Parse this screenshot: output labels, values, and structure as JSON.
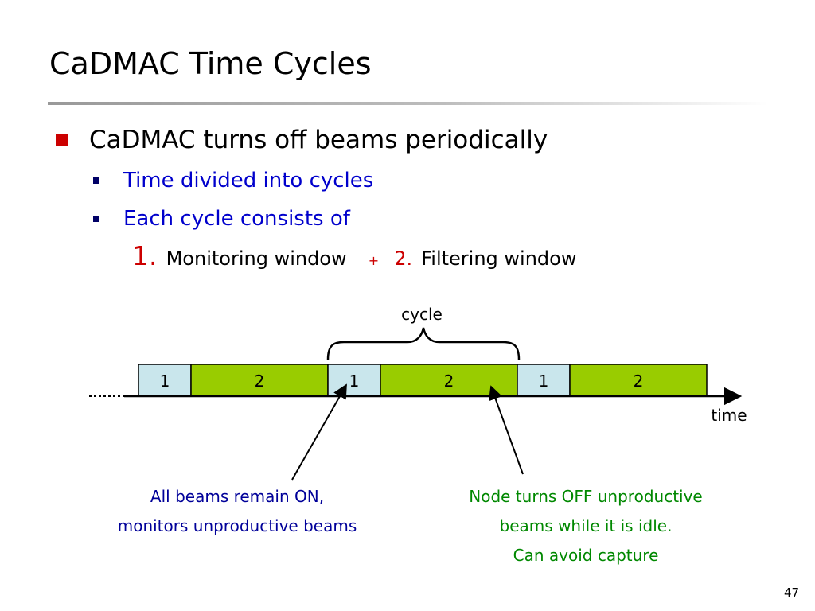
{
  "slide": {
    "title": "CaDMAC Time Cycles",
    "number": "47"
  },
  "bullets": {
    "main": "CaDMAC turns off beams periodically",
    "sub1": "Time divided into cycles",
    "sub2": "Each cycle consists of",
    "window1_number": "1.",
    "window1_label": "Monitoring window",
    "plus": "+",
    "window2_number": "2.",
    "window2_label": "Filtering window"
  },
  "diagram": {
    "cycle_label": "cycle",
    "time_label": "time",
    "segments": [
      {
        "label": "1",
        "type": "monitoring"
      },
      {
        "label": "2",
        "type": "filtering"
      },
      {
        "label": "1",
        "type": "monitoring"
      },
      {
        "label": "2",
        "type": "filtering"
      },
      {
        "label": "1",
        "type": "monitoring"
      },
      {
        "label": "2",
        "type": "filtering"
      }
    ],
    "annotation_left": [
      "All beams remain ON,",
      "monitors unproductive beams"
    ],
    "annotation_right": [
      "Node turns OFF unproductive",
      "beams while it is idle.",
      "Can avoid capture"
    ]
  },
  "colors": {
    "monitoring": "#c9e6ec",
    "filtering": "#99cc00",
    "bullet_red": "#cc0000",
    "sub_text": "#0000cc",
    "caption_left": "#000099",
    "caption_right": "#008800"
  }
}
